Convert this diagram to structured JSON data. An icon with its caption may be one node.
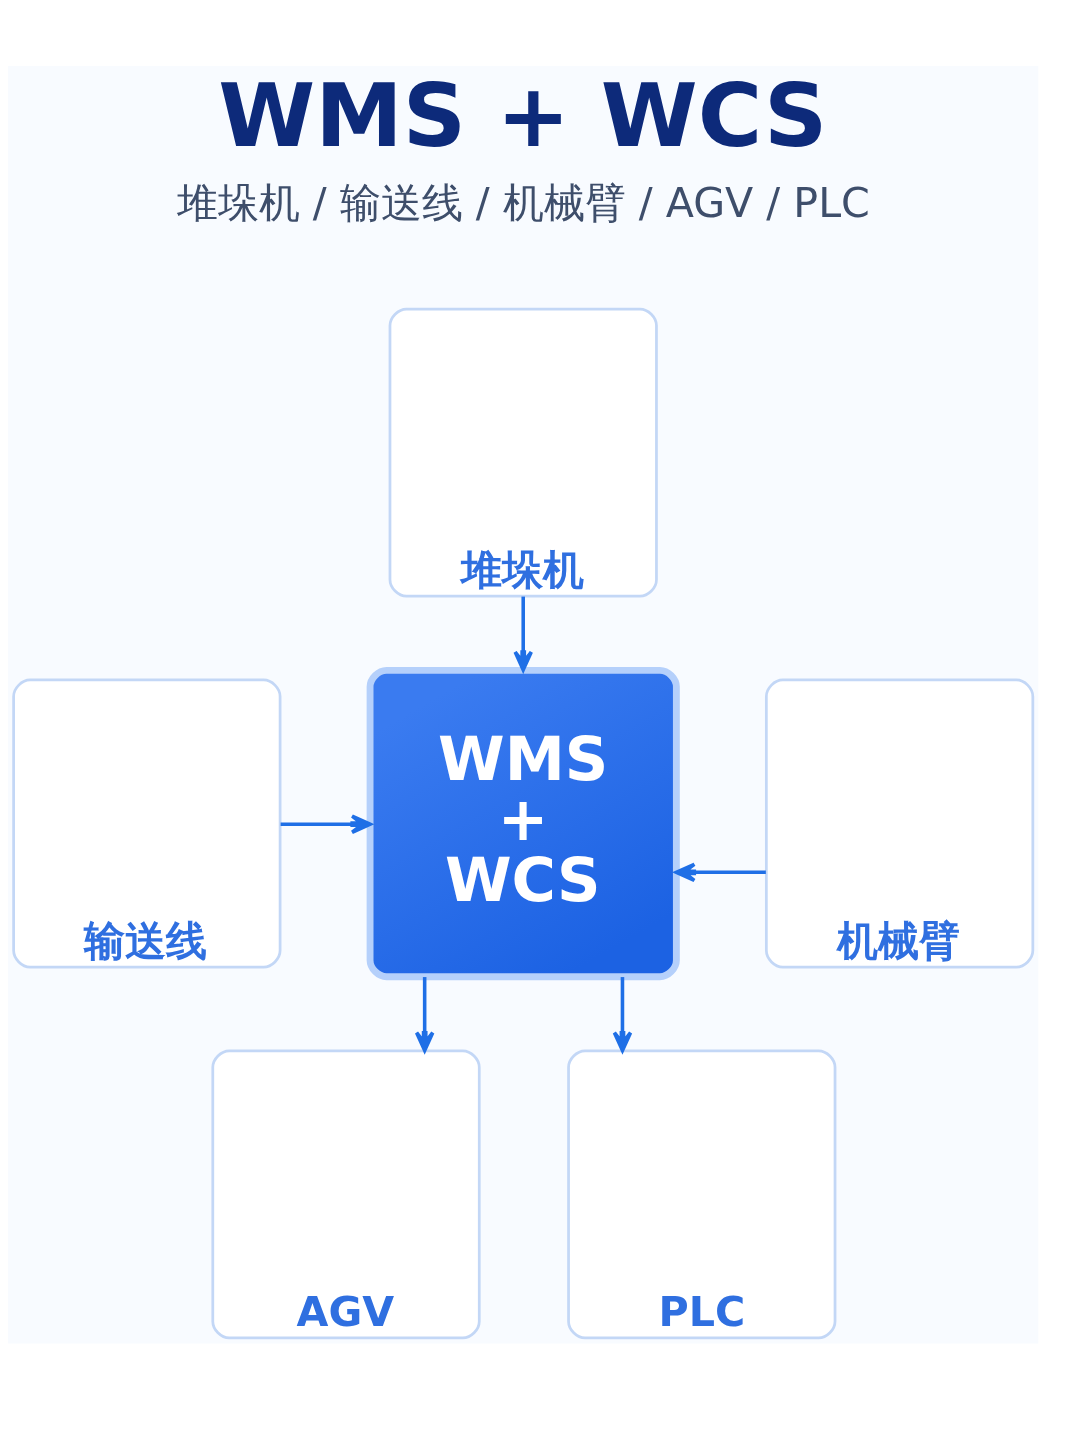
{
  "diagram": {
    "title": "WMS + WCS",
    "nodes": [
      {
        "text": [
          "WMS + WCS"
        ]
      },
      {
        "text": [
          "堆垛机"
        ]
      },
      {
        "text": [
          "输送线"
        ]
      },
      {
        "text": [
          "机械臂"
        ]
      },
      {
        "text": [
          "AGV"
        ]
      },
      {
        "text": [
          "PLC"
        ]
      }
    ],
    "edges": [
      {
        "from": 1,
        "to": 0,
        "arrow": "to"
      },
      {
        "from": 2,
        "to": 0,
        "arrow": "to"
      },
      {
        "from": 3,
        "to": 0,
        "arrow": "to"
      },
      {
        "from": 0,
        "to": 4,
        "arrow": "to"
      },
      {
        "from": 0,
        "to": 5,
        "arrow": "to"
      }
    ],
    "labels": [
      "堆垛机 / 输送线 / 机械臂 / AGV / PLC"
    ]
  }
}
